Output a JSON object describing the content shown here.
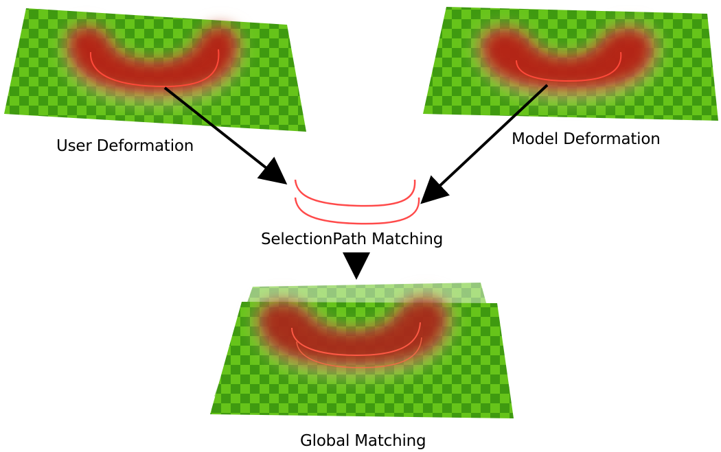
{
  "labels": {
    "user_deformation": "User Deformation",
    "model_deformation": "Model Deformation",
    "selection_path_matching": "SelectionPath Matching",
    "global_matching": "Global Matching"
  },
  "colors": {
    "surface_light": "#6fcf1c",
    "surface_dark": "#3f9d10",
    "deformation_red": "#b3120f",
    "path_red": "#ff3b3b",
    "arrow": "#000000"
  }
}
